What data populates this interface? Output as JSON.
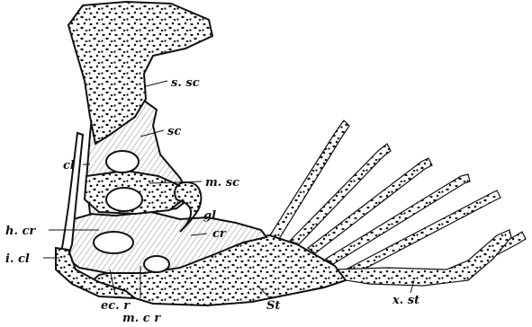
{
  "diagram": {
    "labels": {
      "s_sc": "s. sc",
      "sc": "sc",
      "cl": "cl",
      "m_sc": "m. sc",
      "gl": "gl",
      "h_cr": "h. cr",
      "cr": "cr",
      "i_cl": "i. cl",
      "ec_r": "ec. r",
      "m_cr": "m. c r",
      "St": "St",
      "x_st": "x. st"
    }
  }
}
